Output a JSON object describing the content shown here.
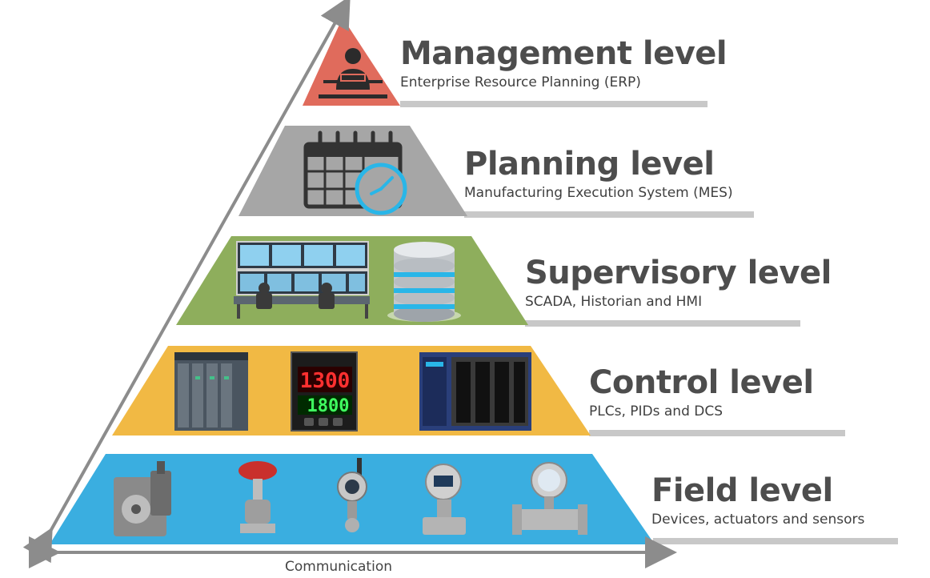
{
  "levels": [
    {
      "title": "Management level",
      "subtitle": "Enterprise Resource Planning (ERP)",
      "color": "#e06b5c"
    },
    {
      "title": "Planning level",
      "subtitle": "Manufacturing Execution System (MES)",
      "color": "#a6a6a6"
    },
    {
      "title": "Supervisory level",
      "subtitle": "SCADA, Historian and HMI",
      "color": "#8eae5c"
    },
    {
      "title": "Control level",
      "subtitle": "PLCs, PIDs and DCS",
      "color": "#f1b944"
    },
    {
      "title": "Field level",
      "subtitle": "Devices, actuators and sensors",
      "color": "#3aaee0"
    }
  ],
  "controller_display": {
    "top": "1300",
    "bottom": "1800"
  },
  "arrow_label": "Communication",
  "colors": {
    "arrow": "#8c8c8c",
    "underline": "#c8c8c8",
    "icon_dark": "#3a3a3a",
    "clock_accent": "#29b6e8"
  }
}
